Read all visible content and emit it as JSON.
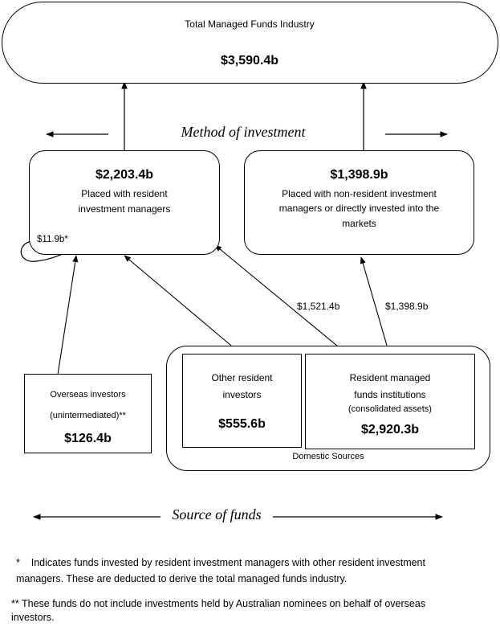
{
  "total": {
    "title": "Total Managed Funds Industry",
    "value": "$3,590.4b"
  },
  "method_label": "Method of investment",
  "resident_managers": {
    "value": "$2,203.4b",
    "line1": "Placed with resident",
    "line2": "investment managers",
    "self_flow": "$11.9b*"
  },
  "non_resident": {
    "value": "$1,398.9b",
    "line1": "Placed with non-resident investment",
    "line2": "managers or directly invested into the",
    "line3": "markets"
  },
  "flows": {
    "rmfi_to_resident": "$1,521.4b",
    "rmfi_to_nonresident": "$1,398.9b"
  },
  "overseas": {
    "line1": "Overseas investors",
    "line2": "(unintermediated)**",
    "value": "$126.4b"
  },
  "other_resident": {
    "line1": "Other resident",
    "line2": "investors",
    "value": "$555.6b"
  },
  "rmfi": {
    "line1": "Resident managed",
    "line2": "funds institutions",
    "line3": "(consolidated assets)",
    "value": "$2,920.3b"
  },
  "domestic_label": "Domestic Sources",
  "source_label": "Source of funds",
  "footnotes": {
    "note1_line1": "*    Indicates funds invested by resident investment managers with other resident investment",
    "note1_line2": "managers. These are deducted to derive the total managed funds industry.",
    "note2_line1": "** These funds do not include investments held by Australian nominees on behalf of overseas",
    "note2_line2": "investors."
  }
}
